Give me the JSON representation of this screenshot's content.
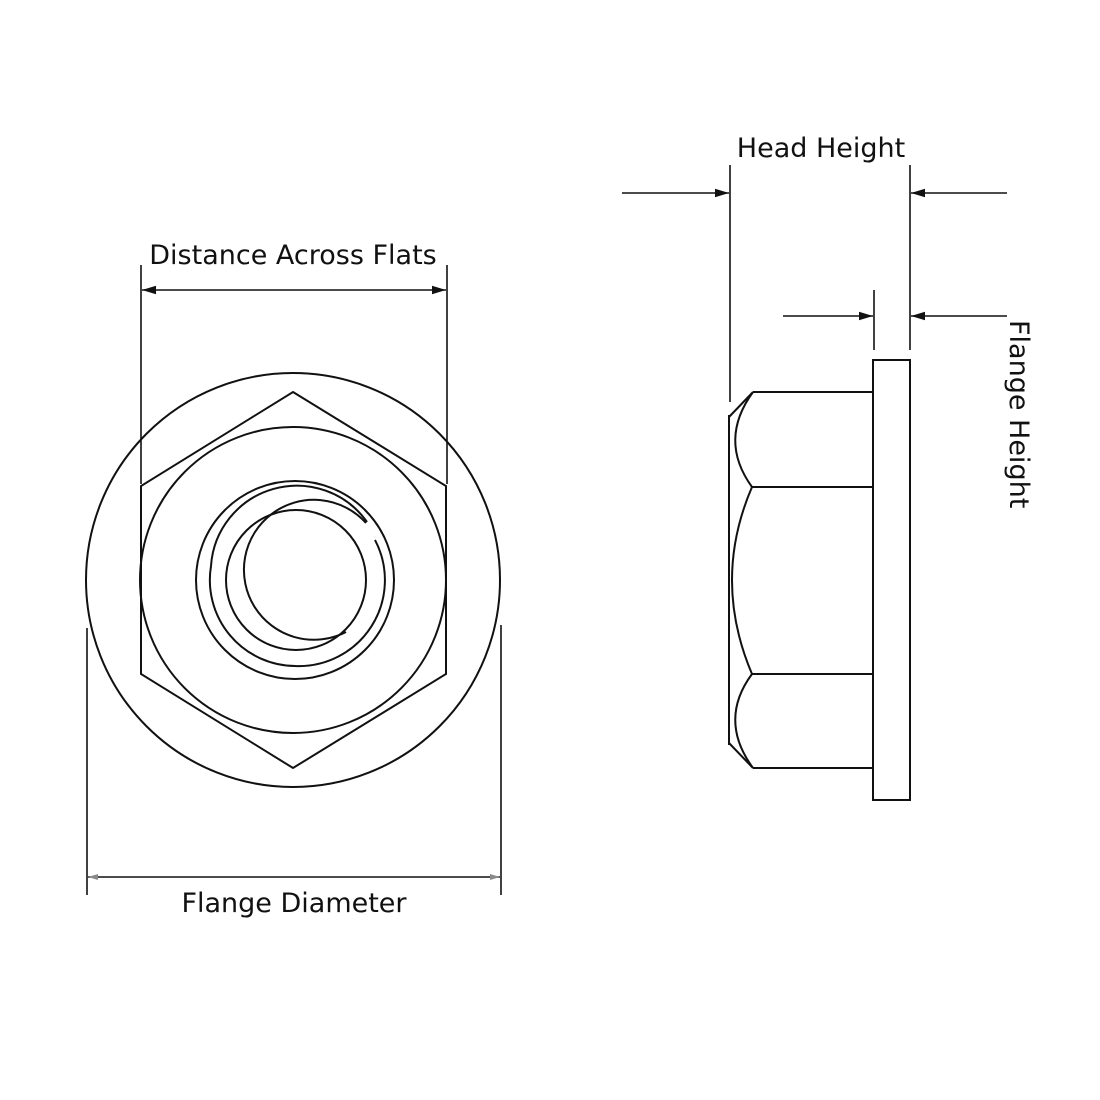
{
  "labels": {
    "distance_across_flats": "Distance Across Flats",
    "flange_diameter": "Flange Diameter",
    "head_height": "Head Height",
    "flange_height": "Flange Height"
  },
  "colors": {
    "line": "#111111",
    "flange_arrow": "#8a8a8a"
  }
}
